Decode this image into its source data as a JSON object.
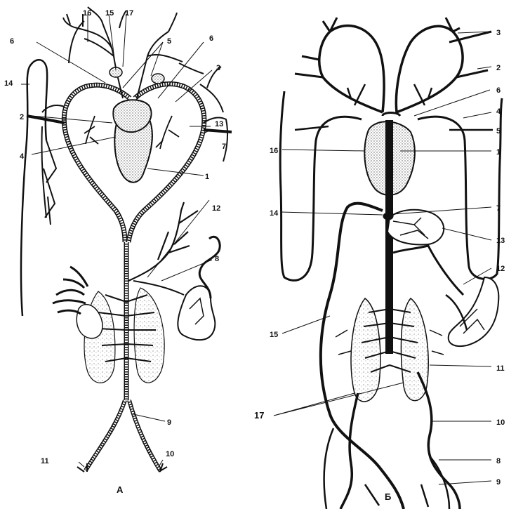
{
  "panels": {
    "left": {
      "caption": "A"
    },
    "right": {
      "caption": "Б"
    }
  },
  "labels_left": {
    "l1": "1",
    "l2": "2",
    "l3": "3",
    "l4": "4",
    "l6a": "6",
    "l6b": "6",
    "l7": "7",
    "l8": "8",
    "l9": "9",
    "l10": "10",
    "l11": "11",
    "l12": "12",
    "l13": "13",
    "l14": "14",
    "l15": "15",
    "l16": "16",
    "l17": "17",
    "l5": "5"
  },
  "labels_right": {
    "r1": "1",
    "r2": "2",
    "r3": "3",
    "r4": "4",
    "r5": "5",
    "r6": "6",
    "r7": "7",
    "r8": "8",
    "r9": "9",
    "r10": "10",
    "r11": "11",
    "r12": "12",
    "r13": "13",
    "r14": "14",
    "r15": "15",
    "r16": "16",
    "r17": "17"
  },
  "colors": {
    "ink": "#111111",
    "stipple": "#e4e4e4",
    "paper": "#ffffff"
  }
}
